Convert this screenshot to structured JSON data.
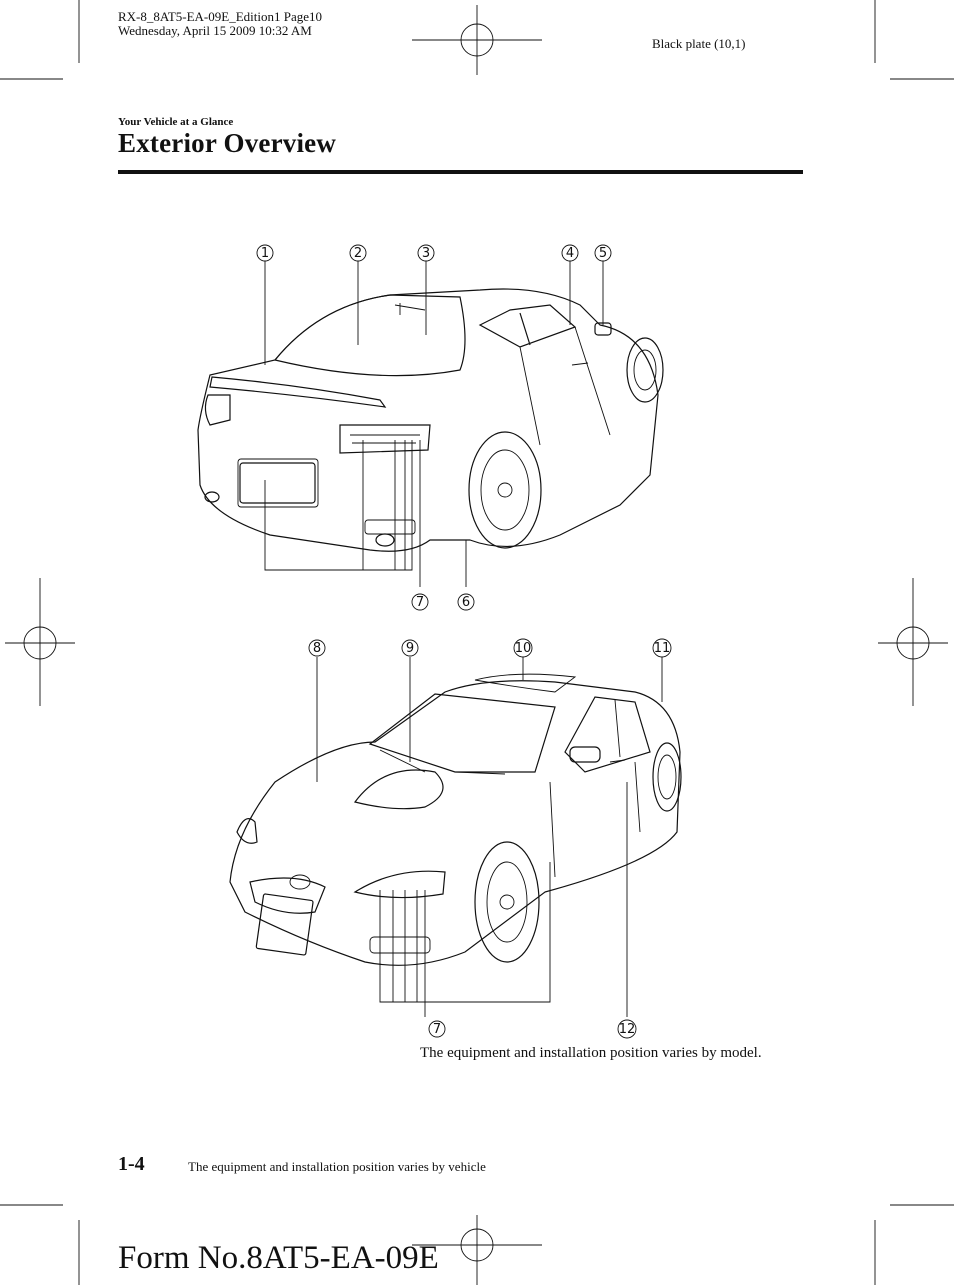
{
  "print_header": {
    "file_line": "RX-8_8AT5-EA-09E_Edition1 Page10",
    "date_line": "Wednesday, April 15 2009 10:32 AM",
    "plate": "Black plate (10,1)"
  },
  "section_label": "Your Vehicle at a Glance",
  "page_title": "Exterior Overview",
  "rear_view_callouts": [
    "1",
    "2",
    "3",
    "4",
    "5",
    "6",
    "7"
  ],
  "front_view_callouts": [
    "8",
    "9",
    "10",
    "11",
    "12",
    "7"
  ],
  "caption": "The equipment and installation position varies by model.",
  "footer": {
    "page_number": "1-4",
    "note": "The equipment and installation position varies by vehicle",
    "form_number": "Form No.8AT5-EA-09E"
  }
}
